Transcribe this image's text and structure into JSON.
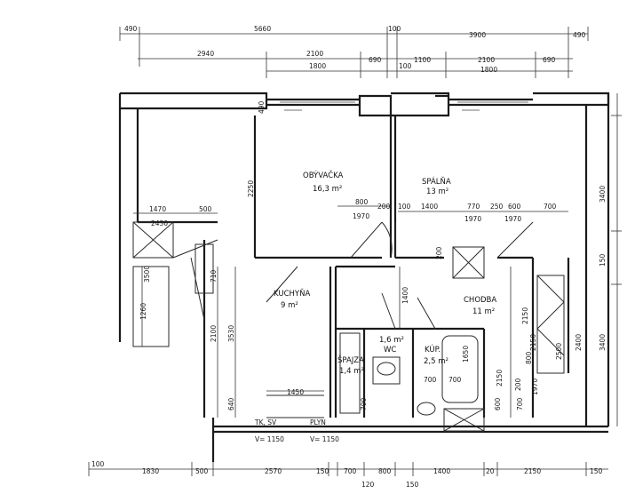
{
  "rooms": {
    "obyvacka_name": "OBÝVAČKA",
    "obyvacka_area": "16,3 m²",
    "spalna_name": "SPÁLŇA",
    "spalna_area": "13 m²",
    "kuchyna_name": "KUCHYŇA",
    "kuchyna_area": "9 m²",
    "chodba_name": "CHODBA",
    "chodba_area": "11 m²",
    "spajza_name": "ŠPAJZA",
    "spajza_area": "1,4 m²",
    "wc_area": "1,6 m²",
    "wc_name": "WC",
    "kupelna_name": "KÚP.",
    "kupelna_area": "2,5 m²"
  },
  "dims_top": {
    "d490a": "490",
    "d5660": "5660",
    "d100a": "100",
    "d3900": "3900",
    "d490b": "490",
    "d2940": "2940",
    "d2100a": "2100",
    "d1800a": "1800",
    "d690a": "690",
    "d100b": "100",
    "d1100": "1100",
    "d2100b": "2100",
    "d1800b": "1800",
    "d690b": "690"
  },
  "dims_inner": {
    "d490v": "490",
    "d2250": "2250",
    "d1470": "1470",
    "d500": "500",
    "d2430": "2430",
    "d800": "800",
    "d1970a": "1970",
    "d200a": "200",
    "d100c": "100",
    "d1400a": "1400",
    "d770": "770",
    "d250": "250",
    "d600": "600",
    "d700": "700",
    "d1970b": "1970",
    "d1970c": "1970",
    "d3400": "3400",
    "d150": "150",
    "d3500": "3500",
    "d1260": "1260",
    "d710": "710",
    "d2100v": "2100",
    "d3530": "3530",
    "d640": "640",
    "d1450": "1450",
    "d1400v": "1400",
    "d2150v": "2150",
    "d3400v": "3400",
    "d2150b": "2150",
    "d1650": "1650",
    "d700v": "700",
    "d700w": "700",
    "d700x": "700",
    "d800v": "800",
    "d1970v": "1970",
    "d600v": "600",
    "d700y": "700",
    "d200v": "200",
    "d200w": "200",
    "d2400": "2400",
    "d2500": "2500",
    "d2150c": "2150"
  },
  "notes": {
    "tksv": "TK, SV",
    "plyn": "PLYN",
    "v1150a": "V= 1150",
    "v1150b": "V= 1150"
  },
  "dims_bottom": {
    "b100": "100",
    "b1830": "1830",
    "b500": "500",
    "b2570": "2570",
    "b150a": "150",
    "b700": "700",
    "b800": "800",
    "b1400": "1400",
    "b20": "20",
    "b2150": "2150",
    "b150b": "150",
    "b120": "120",
    "b150c": "150"
  }
}
